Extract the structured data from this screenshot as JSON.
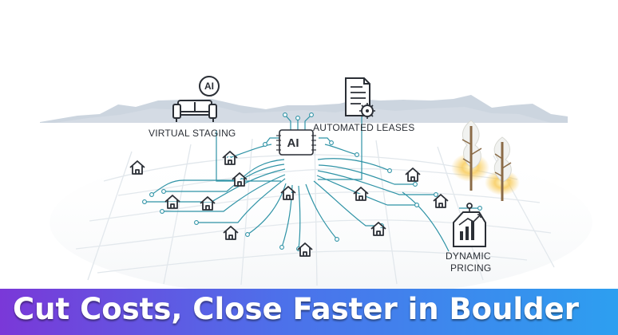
{
  "diagram": {
    "center_chip_text": "AI",
    "badge_text": "AI",
    "labels": {
      "virtual_staging": "VIRTUAL STAGING",
      "automated_leases": "AUTOMATED LEASES",
      "dynamic_pricing_line_1": "DYNAMIC",
      "dynamic_pricing_line_2": "PRICING"
    },
    "icons": {
      "virtual_staging": "sofa-icon",
      "ai_badge": "ai-badge-icon",
      "automated_leases": "document-gear-icon",
      "dynamic_pricing": "price-tag-chart-icon",
      "houses": "house-icon",
      "trees": "tree-icon"
    },
    "colors": {
      "circuit": "#2f93a6",
      "mountains": "#b7c3d0",
      "ink": "#2b2f36",
      "glow": "#f7c64a"
    }
  },
  "banner": {
    "title": "Cut Costs, Close Faster in Boulder",
    "colors": {
      "start": "#7a38d8",
      "middle": "#4d70ea",
      "end": "#2d9ff0"
    }
  }
}
